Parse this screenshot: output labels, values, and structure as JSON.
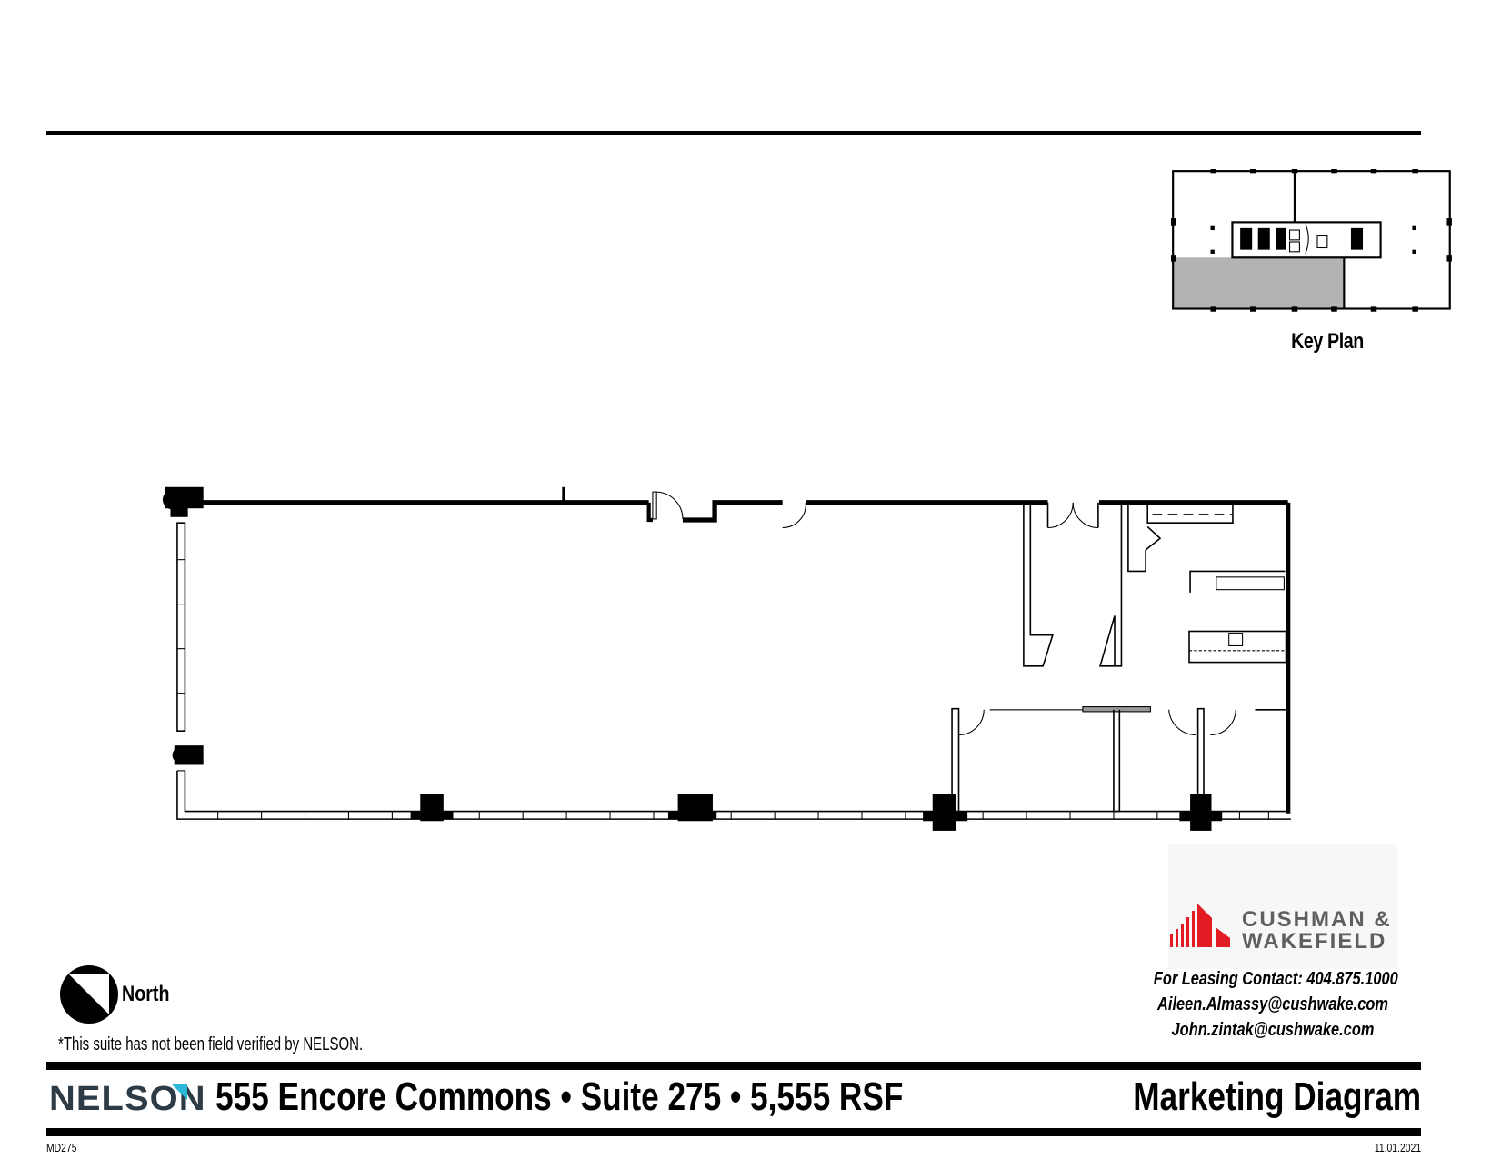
{
  "document": {
    "type_label": "Marketing Diagram",
    "code": "MD275",
    "date": "11.01.2021"
  },
  "title": {
    "text": "555 Encore Commons • Suite 275 • 5,555 RSF",
    "building": "555 Encore Commons",
    "suite": "Suite 275",
    "area": "5,555 RSF"
  },
  "key_plan": {
    "label": "Key Plan",
    "highlight_color": "#b3b3b3"
  },
  "north_arrow": {
    "label": "North",
    "icon": "north-arrow-icon"
  },
  "disclaimer": "*This suite has not been field verified by NELSON.",
  "brand": {
    "nelson": {
      "name": "NELSON",
      "text_color": "#2d3b46",
      "accent_color": "#2bb7d8"
    },
    "broker": {
      "line1": "CUSHMAN &",
      "line2": "WAKEFIELD",
      "logo_color": "#e31b23",
      "text_color": "#5f5f61"
    }
  },
  "contact": {
    "line1": "For Leasing Contact: 404.875.1000",
    "email1": "Aileen.Almassy@cushwake.com",
    "email2": "John.zintak@cushwake.com"
  }
}
